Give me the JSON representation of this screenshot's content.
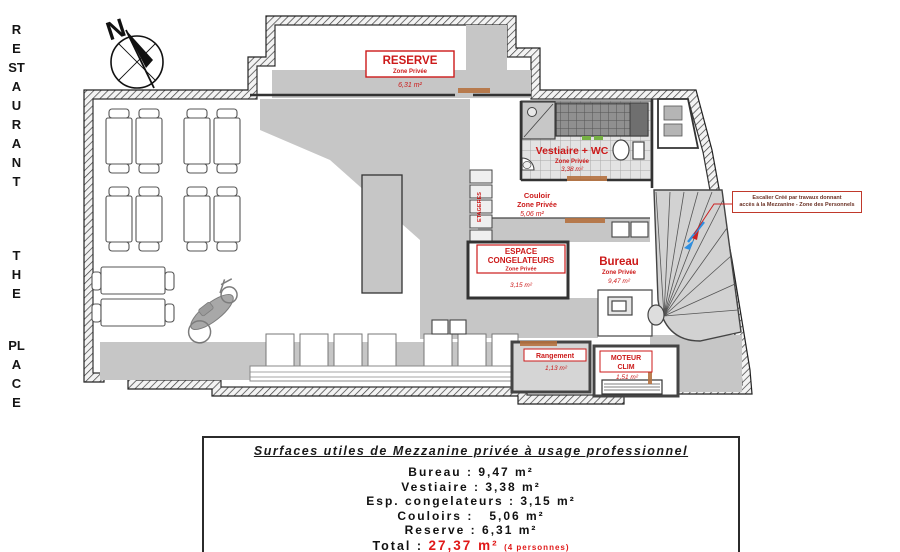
{
  "side_text": {
    "restaurant": "RESTAURANT",
    "the": "THE",
    "place": "PLACE"
  },
  "compass": {
    "north": "N"
  },
  "rooms": {
    "reserve": {
      "name": "RESERVE",
      "zone": "Zone Privée",
      "area": "6,31 m²"
    },
    "vestiaire": {
      "name": "Vestiaire + WC",
      "zone": "Zone Privée",
      "area": "3,38 m²"
    },
    "couloir": {
      "name": "Couloir",
      "zone": "Zone Privée",
      "area": "5,06 m²"
    },
    "congelateurs": {
      "line1": "ESPACE",
      "line2": "CONGELATEURS",
      "zone": "Zone Privée",
      "area": "3,15 m²"
    },
    "bureau": {
      "name": "Bureau",
      "zone": "Zone Privée",
      "area": "9,47 m²"
    },
    "rangement": {
      "name": "Rangement",
      "area": "1,13 m²"
    },
    "moteur": {
      "line1": "MOTEUR",
      "line2": "CLIM",
      "area": "1,51 m²"
    },
    "shelf_label": "ETAGERES"
  },
  "note": {
    "line1": "Escalier Créé par travaux donnant",
    "line2": "accès à la Mezzanine - Zone des Personnels"
  },
  "summary": {
    "title": "Surfaces utiles de Mezzanine privée à usage professionnel",
    "rows": [
      {
        "label": "Bureau :",
        "value": "9,47 m²"
      },
      {
        "label": "Vestiaire :",
        "value": "3,38 m²"
      },
      {
        "label": "Esp. congelateurs :",
        "value": "3,15 m²"
      },
      {
        "label": "Couloirs :",
        "value": "  5,06 m²"
      },
      {
        "label": "Reserve :",
        "value": "6,31 m²"
      }
    ],
    "total_label": "Total :",
    "total_value": "27,37 m²",
    "total_note": "(4 personnes)"
  },
  "colors": {
    "label_red": "#cc1a1a",
    "total_red": "#e01818",
    "zone_grey": "#c6c6c6",
    "stair_blue": "#2e8fe0",
    "door_brown": "#b5713f"
  }
}
